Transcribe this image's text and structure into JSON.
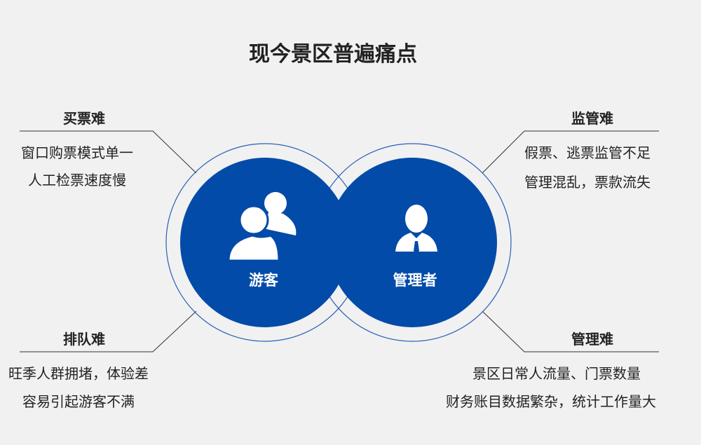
{
  "title": "现今景区普遍痛点",
  "colors": {
    "circle": "#034ba8",
    "ring": "#2a5fb5",
    "line": "#333333"
  },
  "circles": [
    {
      "label": "游客",
      "icon": "users-icon"
    },
    {
      "label": "管理者",
      "icon": "manager-icon"
    }
  ],
  "pain_points": {
    "buy": {
      "heading": "买票难",
      "lines": [
        "窗口购票模式单一",
        "人工检票速度慢"
      ]
    },
    "queue": {
      "heading": "排队难",
      "lines": [
        "旺季人群拥堵，体验差",
        "容易引起游客不满"
      ]
    },
    "supervise": {
      "heading": "监管难",
      "lines": [
        "假票、逃票监管不足",
        "管理混乱，票款流失"
      ]
    },
    "manage": {
      "heading": "管理难",
      "lines": [
        "景区日常人流量、门票数量",
        "财务账目数据繁杂，统计工作量大"
      ]
    }
  }
}
